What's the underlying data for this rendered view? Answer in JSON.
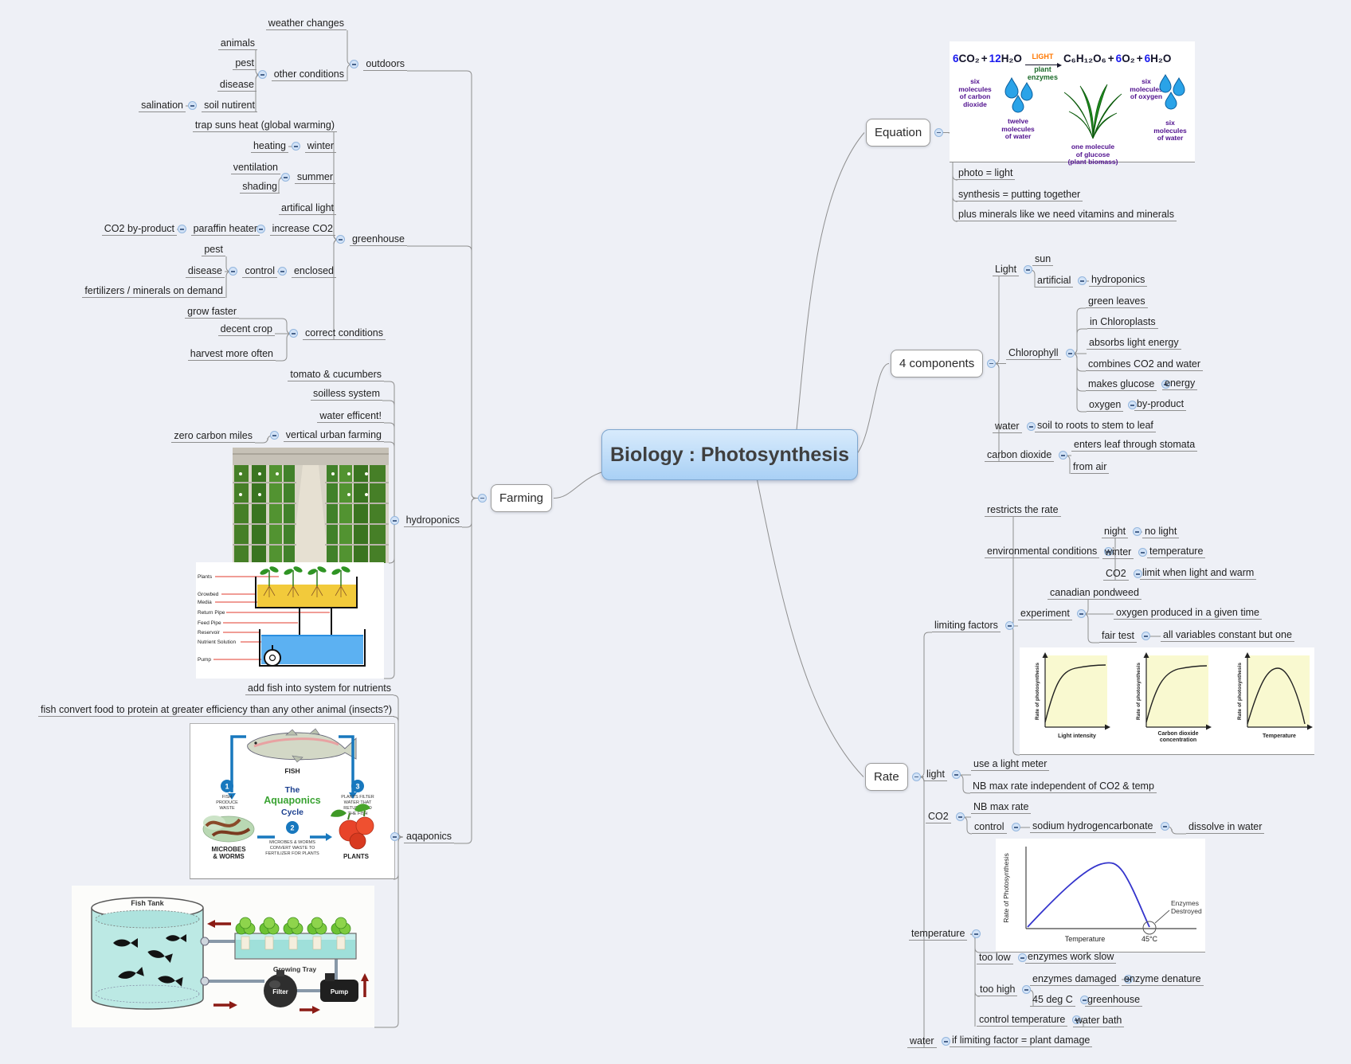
{
  "central": {
    "label": "Biology : Photosynthesis"
  },
  "branches": [
    {
      "id": "farming",
      "label": "Farming",
      "children": [
        {
          "id": "outdoors",
          "label": "outdoors",
          "children": [
            {
              "id": "weather_changes",
              "label": "weather changes"
            },
            {
              "id": "other_conditions",
              "label": "other conditions",
              "children": [
                {
                  "id": "animals",
                  "label": "animals"
                },
                {
                  "id": "pest_o",
                  "label": "pest"
                },
                {
                  "id": "disease_o",
                  "label": "disease"
                },
                {
                  "id": "soil_nutirent",
                  "label": "soil nutirent",
                  "children": [
                    {
                      "id": "salination",
                      "label": "salination"
                    }
                  ]
                }
              ]
            }
          ]
        },
        {
          "id": "greenhouse",
          "label": "greenhouse",
          "children": [
            {
              "id": "trap_suns",
              "label": "trap suns heat (global warming)"
            },
            {
              "id": "winter_g",
              "label": "winter",
              "children": [
                {
                  "id": "heating",
                  "label": "heating"
                }
              ]
            },
            {
              "id": "summer_g",
              "label": "summer",
              "children": [
                {
                  "id": "ventilation",
                  "label": "ventilation"
                },
                {
                  "id": "shading",
                  "label": "shading"
                }
              ]
            },
            {
              "id": "artifical_light",
              "label": "artifical light"
            },
            {
              "id": "increase_co2",
              "label": "increase CO2",
              "children": [
                {
                  "id": "paraffin_heater",
                  "label": "paraffin heater",
                  "children": [
                    {
                      "id": "co2_byproduct",
                      "label": "CO2 by-product"
                    }
                  ]
                }
              ]
            },
            {
              "id": "enclosed",
              "label": "enclosed",
              "children": [
                {
                  "id": "control_g",
                  "label": "control",
                  "children": [
                    {
                      "id": "pest_g",
                      "label": "pest"
                    },
                    {
                      "id": "disease_g",
                      "label": "disease"
                    },
                    {
                      "id": "fertilizers",
                      "label": "fertilizers / minerals on demand"
                    }
                  ]
                }
              ]
            },
            {
              "id": "correct_conditions",
              "label": "correct conditions",
              "children": [
                {
                  "id": "grow_faster",
                  "label": "grow faster"
                },
                {
                  "id": "decent_crop",
                  "label": "decent crop"
                },
                {
                  "id": "harvest_more",
                  "label": "harvest more often"
                }
              ]
            }
          ]
        },
        {
          "id": "hydroponics",
          "label": "hydroponics",
          "children": [
            {
              "id": "tomato_cucumbers",
              "label": "tomato & cucumbers"
            },
            {
              "id": "soilless",
              "label": "soilless system"
            },
            {
              "id": "water_efficent",
              "label": "water efficent!"
            },
            {
              "id": "vertical_urban",
              "label": "vertical urban farming",
              "children": [
                {
                  "id": "zero_carbon",
                  "label": "zero carbon miles"
                }
              ]
            },
            {
              "id": "farm_photo",
              "panel": true
            },
            {
              "id": "hydro_diagram",
              "panel": true
            }
          ]
        },
        {
          "id": "aqaponics",
          "label": "aqaponics",
          "children": [
            {
              "id": "add_fish",
              "label": "add fish into system for nutrients"
            },
            {
              "id": "fish_convert",
              "label": "fish convert food to protein at greater efficiency than any other animal (insects?)"
            },
            {
              "id": "aqua_cycle",
              "panel": true
            },
            {
              "id": "fish_tank",
              "panel": true
            }
          ]
        }
      ]
    },
    {
      "id": "equation",
      "label": "Equation",
      "children": [
        {
          "id": "eq_image",
          "panel": true
        },
        {
          "id": "photo_light",
          "label": "photo = light"
        },
        {
          "id": "synthesis_put",
          "label": "synthesis = putting together"
        },
        {
          "id": "plus_minerals",
          "label": "plus minerals like we need vitamins and minerals"
        }
      ]
    },
    {
      "id": "components",
      "label": "4 components",
      "children": [
        {
          "id": "light_c",
          "label": "Light",
          "children": [
            {
              "id": "sun",
              "label": "sun"
            },
            {
              "id": "artificial",
              "label": "artificial",
              "children": [
                {
                  "id": "hydroponics2",
                  "label": "hydroponics"
                }
              ]
            }
          ]
        },
        {
          "id": "chlorophyll",
          "label": "Chlorophyll",
          "children": [
            {
              "id": "green_leaves",
              "label": "green leaves"
            },
            {
              "id": "in_chloroplasts",
              "label": "in Chloroplasts"
            },
            {
              "id": "absorbs",
              "label": "absorbs light energy"
            },
            {
              "id": "combines",
              "label": "combines CO2 and water"
            },
            {
              "id": "makes_glucose",
              "label": "makes glucose",
              "children": [
                {
                  "id": "energy",
                  "label": "energy"
                }
              ]
            },
            {
              "id": "oxygen_c",
              "label": "oxygen",
              "children": [
                {
                  "id": "byproduct_c",
                  "label": "by-product"
                }
              ]
            }
          ]
        },
        {
          "id": "water_c",
          "label": "water",
          "children": [
            {
              "id": "soil_roots",
              "label": "soil to roots to stem to leaf"
            }
          ]
        },
        {
          "id": "carbon_dioxide_c",
          "label": "carbon dioxide",
          "children": [
            {
              "id": "enters_stomata",
              "label": "enters leaf through stomata"
            },
            {
              "id": "from_air",
              "label": "from air"
            }
          ]
        }
      ]
    },
    {
      "id": "rate",
      "label": "Rate",
      "children": [
        {
          "id": "limiting_factors",
          "label": "limiting factors",
          "children": [
            {
              "id": "restricts",
              "label": "restricts the rate"
            },
            {
              "id": "env_conditions",
              "label": "environmental conditions",
              "children": [
                {
                  "id": "night",
                  "label": "night",
                  "children": [
                    {
                      "id": "no_light",
                      "label": "no light"
                    }
                  ]
                },
                {
                  "id": "winter_r",
                  "label": "winter",
                  "children": [
                    {
                      "id": "temperature_r",
                      "label": "temperature"
                    }
                  ]
                },
                {
                  "id": "co2_env",
                  "label": "CO2",
                  "children": [
                    {
                      "id": "limit_when",
                      "label": "limit when light and warm"
                    }
                  ]
                }
              ]
            },
            {
              "id": "experiment",
              "label": "experiment",
              "children": [
                {
                  "id": "canadian",
                  "label": "canadian pondweed"
                },
                {
                  "id": "oxygen_produced",
                  "label": "oxygen produced in a given time"
                },
                {
                  "id": "fair_test",
                  "label": "fair test",
                  "children": [
                    {
                      "id": "all_variables",
                      "label": "all variables constant but one"
                    }
                  ]
                }
              ]
            },
            {
              "id": "graphs_img",
              "panel": true
            }
          ]
        },
        {
          "id": "light_rate",
          "label": "light",
          "children": [
            {
              "id": "use_light_meter",
              "label": "use a light meter"
            },
            {
              "id": "nb_max_co2temp",
              "label": "NB max rate independent of CO2 & temp"
            }
          ]
        },
        {
          "id": "co2_rate",
          "label": "CO2",
          "children": [
            {
              "id": "nb_max_rate",
              "label": "NB max rate"
            },
            {
              "id": "control_r",
              "label": "control",
              "children": [
                {
                  "id": "sodium",
                  "label": "sodium hydrogencarbonate",
                  "children": [
                    {
                      "id": "dissolve",
                      "label": "dissolve in water"
                    }
                  ]
                }
              ]
            }
          ]
        },
        {
          "id": "temperature_rate",
          "label": "temperature",
          "children": [
            {
              "id": "temp_graph",
              "panel": true
            },
            {
              "id": "too_low",
              "label": "too low",
              "children": [
                {
                  "id": "enzymes_slow",
                  "label": "enzymes work slow"
                }
              ]
            },
            {
              "id": "too_high",
              "label": "too high",
              "children": [
                {
                  "id": "enzymes_damaged",
                  "label": "enzymes damaged",
                  "children": [
                    {
                      "id": "enzyme_denature",
                      "label": "enzyme denature"
                    }
                  ]
                },
                {
                  "id": "deg45",
                  "label": "45 deg C",
                  "children": [
                    {
                      "id": "greenhouse_r",
                      "label": "greenhouse"
                    }
                  ]
                }
              ]
            },
            {
              "id": "control_temp",
              "label": "control temperature",
              "children": [
                {
                  "id": "water_bath",
                  "label": "water bath"
                }
              ]
            }
          ]
        },
        {
          "id": "water_rate",
          "label": "water",
          "children": [
            {
              "id": "if_limiting",
              "label": "if limiting factor = plant damage"
            }
          ]
        }
      ]
    }
  ],
  "images": {
    "equation": {
      "n1": "6",
      "f1": "CO₂",
      "plus1": "+",
      "n2": "12",
      "f2": "H₂O",
      "f3": "C₆H₁₂O₆",
      "plus2": "+",
      "n3": "6",
      "f4": "O₂",
      "plus3": "+",
      "n4": "6",
      "f5": "H₂O",
      "light": "LIGHT",
      "enz1": "plant",
      "enz2": "enzymes",
      "cap_co2": [
        "six",
        "molecules",
        "of carbon",
        "dioxide"
      ],
      "cap_h2o": [
        "twelve",
        "molecules",
        "of water"
      ],
      "cap_glucose": [
        "one molecule",
        "of glucose",
        "(plant biomass)"
      ],
      "cap_o2": [
        "six",
        "molecules",
        "of oxygen"
      ],
      "cap_h2o2": [
        "six",
        "molecules",
        "of water"
      ]
    },
    "graphs": {
      "ylabel": "Rate of photosynthesis",
      "x1": "Light intensity",
      "x2a": "Carbon dioxide",
      "x2b": "concentration",
      "x3": "Temperature"
    },
    "temp_graph": {
      "ylabel": "Rate of Photosynthesis",
      "xlabel": "Temperature",
      "t45": "45°C",
      "note1": "Enzymes",
      "note2": "Destroyed"
    },
    "hydro": {
      "l1": "Plants",
      "l2": "Growbed",
      "l3": "Media",
      "l4": "Return Pipe",
      "l5": "Feed Pipe",
      "l6": "Reservoir",
      "l7": "Nutrient Solution",
      "l8": "Pump"
    },
    "aqua": {
      "fish": "FISH",
      "the": "The",
      "name": "Aquaponics",
      "cycle": "Cycle",
      "n1": "1",
      "n2": "2",
      "n3": "3",
      "s1": [
        "FISH",
        "PRODUCE",
        "WASTE"
      ],
      "s2": [
        "MICROBES & WORMS",
        "CONVERT WASTE  TO",
        "FERTILIZER FOR PLANTS"
      ],
      "s3": [
        "PLANTS FILTER",
        "WATER THAT",
        "RETURNS TO",
        "THE FISH"
      ],
      "m1": "MICROBES",
      "m2": "& WORMS",
      "plants": "PLANTS"
    },
    "fish_tank": {
      "tank": "Fish Tank",
      "tray": "Growing Tray",
      "filter": "Filter",
      "pump": "Pump"
    }
  }
}
